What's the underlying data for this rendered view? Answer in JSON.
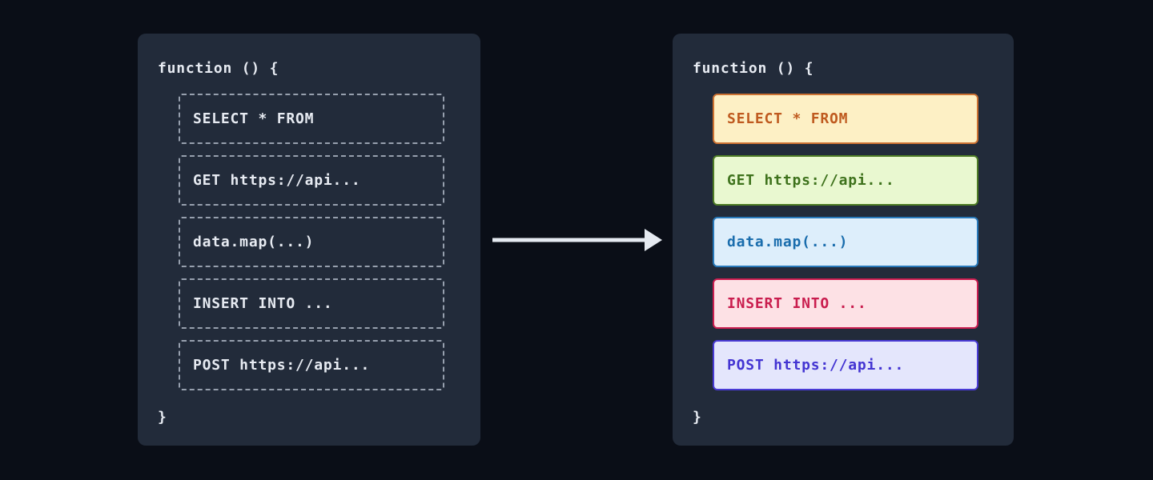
{
  "colors": {
    "page_bg": "#0a0e17",
    "panel_bg": "#222b3a",
    "panel_text": "#e7ebf2",
    "dashed_border": "#97a0ae",
    "arrow": "#e5eaf1"
  },
  "left_panel": {
    "header": "function () {",
    "footer": "}",
    "items": [
      {
        "label": "SELECT * FROM"
      },
      {
        "label": "GET https://api..."
      },
      {
        "label": "data.map(...)"
      },
      {
        "label": "INSERT INTO ..."
      },
      {
        "label": "POST https://api..."
      }
    ]
  },
  "right_panel": {
    "header": "function () {",
    "footer": "}",
    "items": [
      {
        "label": "SELECT * FROM",
        "bg": "#fdf0c5",
        "border": "#cd7232",
        "text": "#bf5a1f"
      },
      {
        "label": "GET https://api...",
        "bg": "#e9f8d0",
        "border": "#4e7d25",
        "text": "#3e721c"
      },
      {
        "label": "data.map(...)",
        "bg": "#ddeefb",
        "border": "#2879ba",
        "text": "#1a6dad"
      },
      {
        "label": "INSERT INTO ...",
        "bg": "#fde1e5",
        "border": "#cb1e51",
        "text": "#c91d4e"
      },
      {
        "label": "POST https://api...",
        "bg": "#e4e6fc",
        "border": "#4a3bd6",
        "text": "#4334d2"
      }
    ]
  }
}
